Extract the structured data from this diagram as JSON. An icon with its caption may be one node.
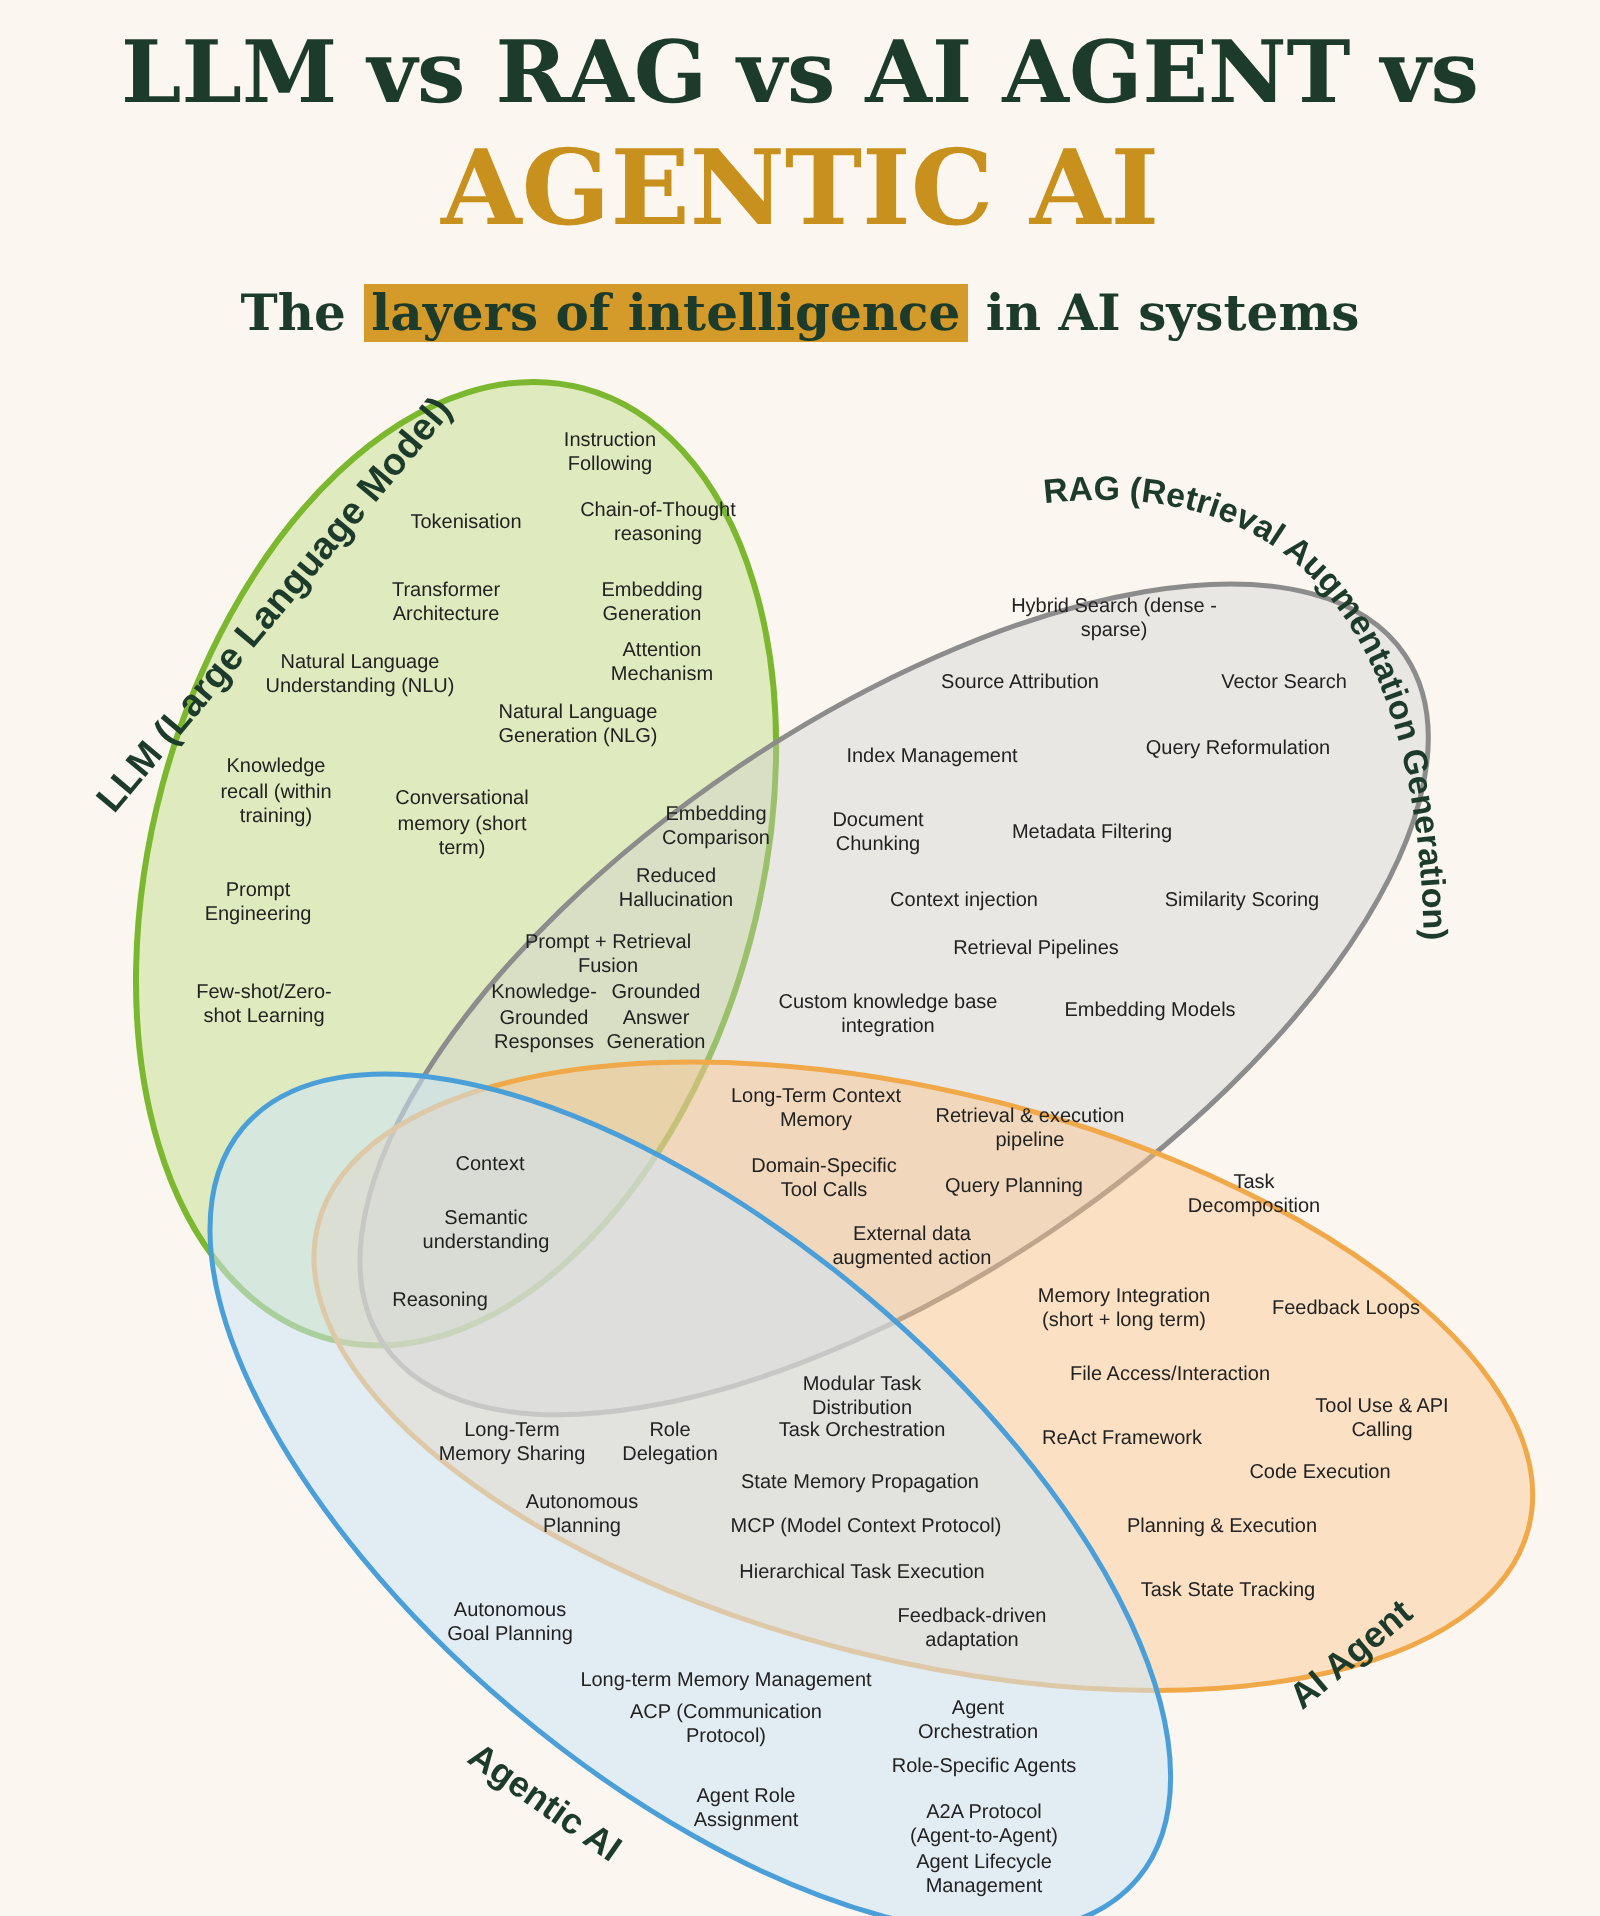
{
  "diagram": {
    "title": "LLM vs RAG vs AI AGENT vs **AGENTIC AI**",
    "caption": "The **layers of intelligence** in AI systems",
    "nodes": [
      {
        "text": [
          "LLM (Large Language Model)"
        ]
      },
      {
        "text": [
          "RAG (Retrieval Augmentation Generation)"
        ]
      },
      {
        "text": [
          "AI Agent"
        ]
      },
      {
        "text": [
          "Agentic AI"
        ]
      }
    ],
    "labels": [
      "Instruction Following",
      "Tokenisation",
      "Chain-of-Thought reasoning",
      "Transformer Architecture",
      "Embedding Generation",
      "Natural Language Understanding (NLU)",
      "Attention Mechanism",
      "Natural Language Generation (NLG)",
      "Hybrid Search (dense - sparse)",
      "Source Attribution",
      "Vector Search",
      "Index Management",
      "Query Reformulation",
      "Knowledge recall (within training)",
      "Conversational memory (short term)",
      "Embedding Comparison",
      "Document Chunking",
      "Metadata Filtering",
      "Reduced Hallucination",
      "Context injection",
      "Similarity Scoring",
      "Prompt Engineering",
      "Prompt + Retrieval Fusion",
      "Retrieval Pipelines",
      "Few-shot/Zero-shot Learning",
      "Knowledge-Grounded Responses",
      "Grounded Answer Generation",
      "Custom knowledge base integration",
      "Embedding Models",
      "Long-Term Context Memory",
      "Retrieval & execution pipeline",
      "Context",
      "Domain-Specific Tool Calls",
      "Query Planning",
      "Task Decomposition",
      "Semantic understanding",
      "External data augmented action",
      "Reasoning",
      "Memory Integration (short + long term)",
      "Feedback Loops",
      "File Access/Interaction",
      "Modular Task Distribution",
      "Task Orchestration",
      "Tool Use & API Calling",
      "Long-Term Memory Sharing",
      "Role Delegation",
      "ReAct Framework",
      "Code Execution",
      "State Memory Propagation",
      "Autonomous Planning",
      "MCP (Model Context Protocol)",
      "Planning & Execution",
      "Hierarchical Task Execution",
      "Task State Tracking",
      "Autonomous Goal Planning",
      "Feedback-driven adaptation",
      "Long-term Memory Management",
      "ACP (Communication Protocol)",
      "Agent Orchestration",
      "Role-Specific Agents",
      "Agent Role Assignment",
      "A2A Protocol (Agent-to-Agent)",
      "Agent Lifecycle Management"
    ]
  }
}
